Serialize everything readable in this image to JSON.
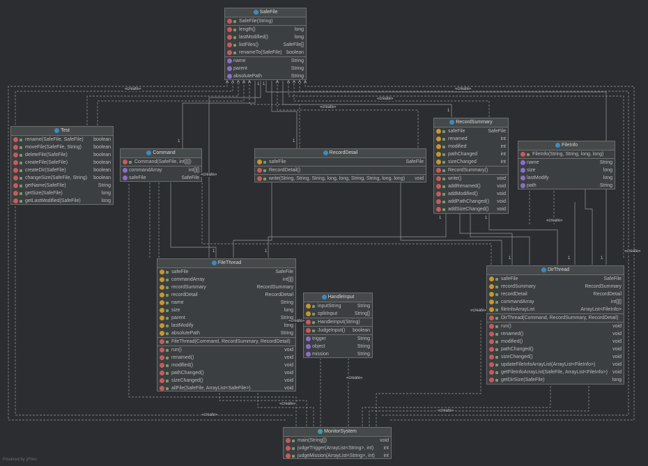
{
  "footer": "Powered by yFiles",
  "create_label": "«create»",
  "classes": {
    "safefile": {
      "name": "SafeFile",
      "constructors": [
        {
          "name": "SafeFile(String)",
          "type": ""
        }
      ],
      "methods": [
        {
          "name": "length()",
          "type": "long"
        },
        {
          "name": "lastModified()",
          "type": "long"
        },
        {
          "name": "listFiles()",
          "type": "SafeFile[]"
        },
        {
          "name": "renameTo(SafeFile)",
          "type": "boolean"
        }
      ],
      "properties": [
        {
          "name": "name",
          "type": "String"
        },
        {
          "name": "parent",
          "type": "String"
        },
        {
          "name": "absolutePath",
          "type": "String"
        }
      ]
    },
    "test": {
      "name": "Test",
      "methods": [
        {
          "name": "rename(SafeFile, SafeFile)",
          "type": "boolean"
        },
        {
          "name": "moveFile(SafeFile, String)",
          "type": "boolean"
        },
        {
          "name": "deleteFile(SafeFile)",
          "type": "boolean"
        },
        {
          "name": "createFile(SafeFile)",
          "type": "boolean"
        },
        {
          "name": "createDir(SafeFile)",
          "type": "boolean"
        },
        {
          "name": "changeSize(SafeFile, String)",
          "type": "boolean"
        },
        {
          "name": "getName(SafeFile)",
          "type": "String"
        },
        {
          "name": "getSize(SafeFile)",
          "type": "long"
        },
        {
          "name": "getLastModified(SafeFile)",
          "type": "long"
        }
      ]
    },
    "command": {
      "name": "Command",
      "constructors": [
        {
          "name": "Command(SafeFile, int[][])",
          "type": ""
        }
      ],
      "properties": [
        {
          "name": "commandArray",
          "type": "int[][]"
        },
        {
          "name": "safeFile",
          "type": "SafeFile"
        }
      ]
    },
    "recorddetail": {
      "name": "RecordDetail",
      "fields": [
        {
          "name": "safeFile",
          "type": "SafeFile"
        }
      ],
      "constructors": [
        {
          "name": "RecordDetail()",
          "type": ""
        }
      ],
      "methods": [
        {
          "name": "write(String, String, String, long, long, String, String, long, long)",
          "type": "void"
        }
      ]
    },
    "recordsummary": {
      "name": "RecordSummary",
      "fields": [
        {
          "name": "safeFile",
          "type": "SafeFile"
        },
        {
          "name": "renamed",
          "type": "int"
        },
        {
          "name": "modified",
          "type": "int"
        },
        {
          "name": "pathChanged",
          "type": "int"
        },
        {
          "name": "sizeChanged",
          "type": "int"
        }
      ],
      "constructors": [
        {
          "name": "RecordSummary()",
          "type": ""
        }
      ],
      "methods": [
        {
          "name": "write()",
          "type": "void"
        },
        {
          "name": "addRenamed()",
          "type": "void"
        },
        {
          "name": "addModified()",
          "type": "void"
        },
        {
          "name": "addPathChanged()",
          "type": "void"
        },
        {
          "name": "addSizeChanged()",
          "type": "void"
        }
      ]
    },
    "fileinfo": {
      "name": "FileInfo",
      "constructors": [
        {
          "name": "FileInfo(String, String, long, long)",
          "type": ""
        }
      ],
      "properties": [
        {
          "name": "name",
          "type": "String"
        },
        {
          "name": "size",
          "type": "long"
        },
        {
          "name": "lastModify",
          "type": "long"
        },
        {
          "name": "path",
          "type": "String"
        }
      ]
    },
    "filethread": {
      "name": "FileThread",
      "fields": [
        {
          "name": "safeFile",
          "type": "SafeFile"
        },
        {
          "name": "commandArray",
          "type": "int[][]"
        },
        {
          "name": "recordSummary",
          "type": "RecordSummary"
        },
        {
          "name": "recordDetail",
          "type": "RecordDetail"
        },
        {
          "name": "name",
          "type": "String"
        },
        {
          "name": "size",
          "type": "long"
        },
        {
          "name": "parent",
          "type": "String"
        },
        {
          "name": "lastModify",
          "type": "long"
        },
        {
          "name": "absolutePath",
          "type": "String"
        }
      ],
      "constructors": [
        {
          "name": "FileThread(Command, RecordSummary, RecordDetail)",
          "type": ""
        }
      ],
      "methods": [
        {
          "name": "run()",
          "type": "void"
        },
        {
          "name": "renamed()",
          "type": "void"
        },
        {
          "name": "modified()",
          "type": "void"
        },
        {
          "name": "pathChanged()",
          "type": "void"
        },
        {
          "name": "sizeChanged()",
          "type": "void"
        },
        {
          "name": "allFile(SafeFile, ArrayList<SafeFile>)",
          "type": "void"
        }
      ]
    },
    "handleinput": {
      "name": "HandleInput",
      "fields": [
        {
          "name": "inputString",
          "type": "String"
        },
        {
          "name": "splitInput",
          "type": "String[]"
        }
      ],
      "constructors": [
        {
          "name": "HandleInput(String)",
          "type": ""
        }
      ],
      "methods": [
        {
          "name": "JudgeInput()",
          "type": "boolean"
        }
      ],
      "properties": [
        {
          "name": "trigger",
          "type": "String"
        },
        {
          "name": "object",
          "type": "String"
        },
        {
          "name": "mission",
          "type": "String"
        }
      ]
    },
    "dirthread": {
      "name": "DirThread",
      "fields": [
        {
          "name": "safeFile",
          "type": "SafeFile"
        },
        {
          "name": "recordSummary",
          "type": "RecordSummary"
        },
        {
          "name": "recordDetail",
          "type": "RecordDetail"
        },
        {
          "name": "commandArray",
          "type": "int[][]"
        },
        {
          "name": "fileInfoArrayList",
          "type": "ArrayList<FileInfo>"
        }
      ],
      "constructors": [
        {
          "name": "DirThread(Command, RecordSummary, RecordDetail)",
          "type": ""
        }
      ],
      "methods": [
        {
          "name": "run()",
          "type": "void"
        },
        {
          "name": "renamed()",
          "type": "void"
        },
        {
          "name": "modified()",
          "type": "void"
        },
        {
          "name": "pathChanged()",
          "type": "void"
        },
        {
          "name": "sizeChanged()",
          "type": "void"
        },
        {
          "name": "updateFileInfoArrayList(ArrayList<FileInfo>)",
          "type": "void"
        },
        {
          "name": "getFileInfoArrayList(SafeFile, ArrayList<FileInfo>)",
          "type": "void"
        },
        {
          "name": "getDirSize(SafeFile)",
          "type": "long"
        }
      ]
    },
    "monitorsystem": {
      "name": "MonitorSystem",
      "methods": [
        {
          "name": "main(String[])",
          "type": "void"
        },
        {
          "name": "judgeTrigger(ArrayList<String>, int)",
          "type": "int"
        },
        {
          "name": "judgeMission(ArrayList<String>, int)",
          "type": "int"
        }
      ]
    }
  },
  "multiplicity": "1"
}
